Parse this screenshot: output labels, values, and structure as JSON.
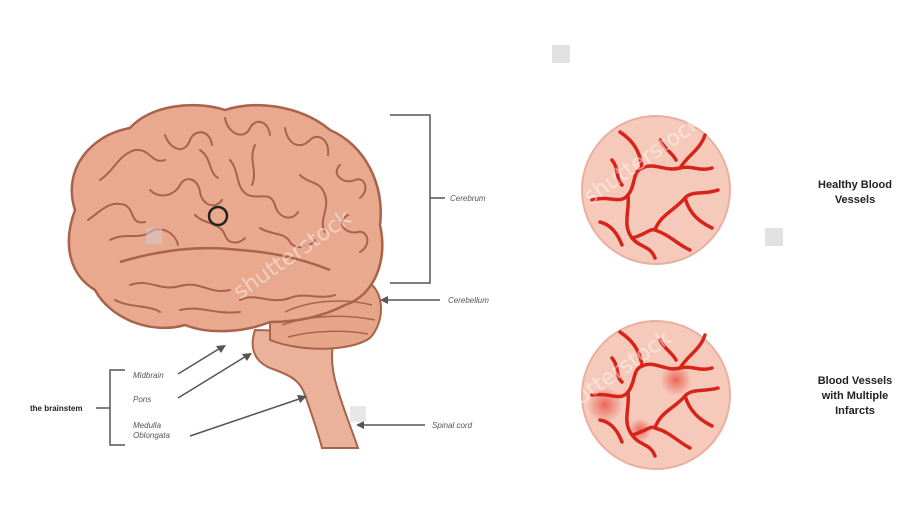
{
  "labels": {
    "cerebrum": "Cerebrum",
    "cerebellum": "Cerebellum",
    "spinal_cord": "Spinal cord",
    "brainstem": "the brainstem",
    "midbrain": "Midbrain",
    "pons": "Pons",
    "medulla_line1": "Medulla",
    "medulla_line2": "Oblongata",
    "healthy_line1": "Healthy Blood",
    "healthy_line2": "Vessels",
    "infarct_line1": "Blood Vessels",
    "infarct_line2": "with Multiple",
    "infarct_line3": "Infarcts"
  },
  "watermark": "shutterstock",
  "colors": {
    "brain_fill": "#e8a98e",
    "brain_stroke": "#a8634a",
    "stem_fill": "#eab29a",
    "vessel": "#d8231a",
    "circle_fill": "#f6cabb",
    "line": "#555555"
  }
}
